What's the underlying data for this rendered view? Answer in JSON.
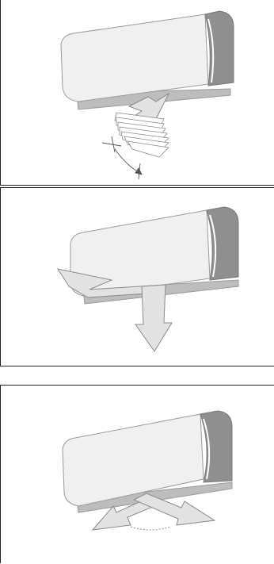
{
  "figure": {
    "panels": [
      {
        "id": "swing-mode",
        "depicts": "indoor-unit-with-swinging-louvers"
      },
      {
        "id": "downward-mode",
        "depicts": "indoor-unit-with-downward-airflow"
      },
      {
        "id": "spread-mode",
        "depicts": "indoor-unit-with-split-airflow"
      }
    ],
    "colors": {
      "unit_body": "#f0f0f0",
      "unit_outline": "#9a9a9a",
      "unit_side": "#8f8f8f",
      "unit_bottom": "#bdbdbd",
      "arrow_fill": "#e2e2e2",
      "arrow_outline": "#8a8a8a",
      "frame": "#222222"
    }
  }
}
